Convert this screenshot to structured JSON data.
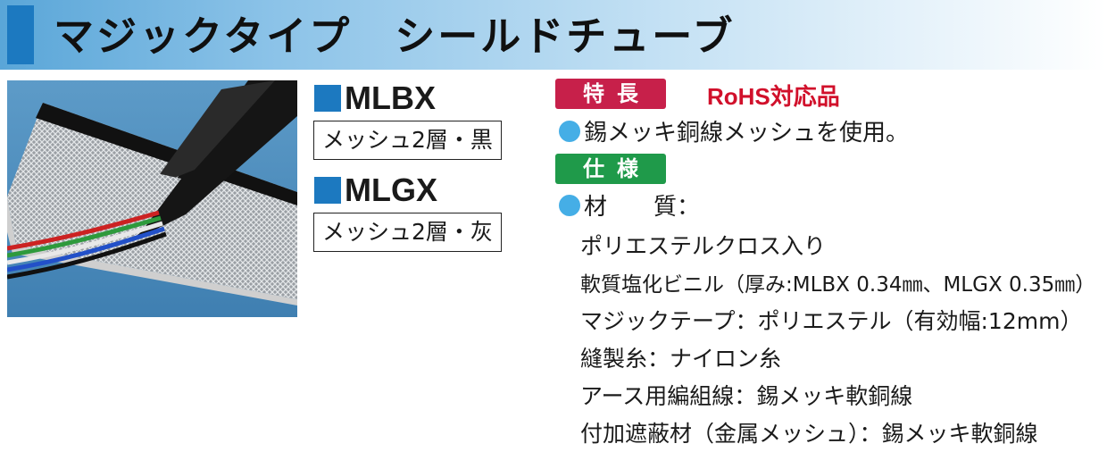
{
  "header": {
    "title": "マジックタイプ　シールドチューブ"
  },
  "variants": [
    {
      "code": "MLBX",
      "description": "メッシュ2層・黒"
    },
    {
      "code": "MLGX",
      "description": "メッシュ2層・灰"
    }
  ],
  "features": {
    "tag": "特長",
    "rohs": "RoHS対応品",
    "items": [
      "錫メッキ銅線メッシュを使用。"
    ]
  },
  "specs": {
    "tag": "仕様",
    "material_label": "材　　質：",
    "lines": [
      "ポリエステルクロス入り",
      "軟質塩化ビニル（厚み:MLBX 0.34㎜、MLGX 0.35㎜）",
      "マジックテープ：ポリエステル（有効幅:12mm）",
      "縫製糸：ナイロン糸",
      "アース用編組線：錫メッキ軟銅線",
      "付加遮蔽材（金属メッシュ）：錫メッキ軟銅線"
    ]
  },
  "colors": {
    "accent_blue": "#1c79c0",
    "feature_tag": "#c7204a",
    "spec_tag": "#1f9a4a",
    "rohs_text": "#d1102b",
    "bullet": "#45aee6"
  }
}
